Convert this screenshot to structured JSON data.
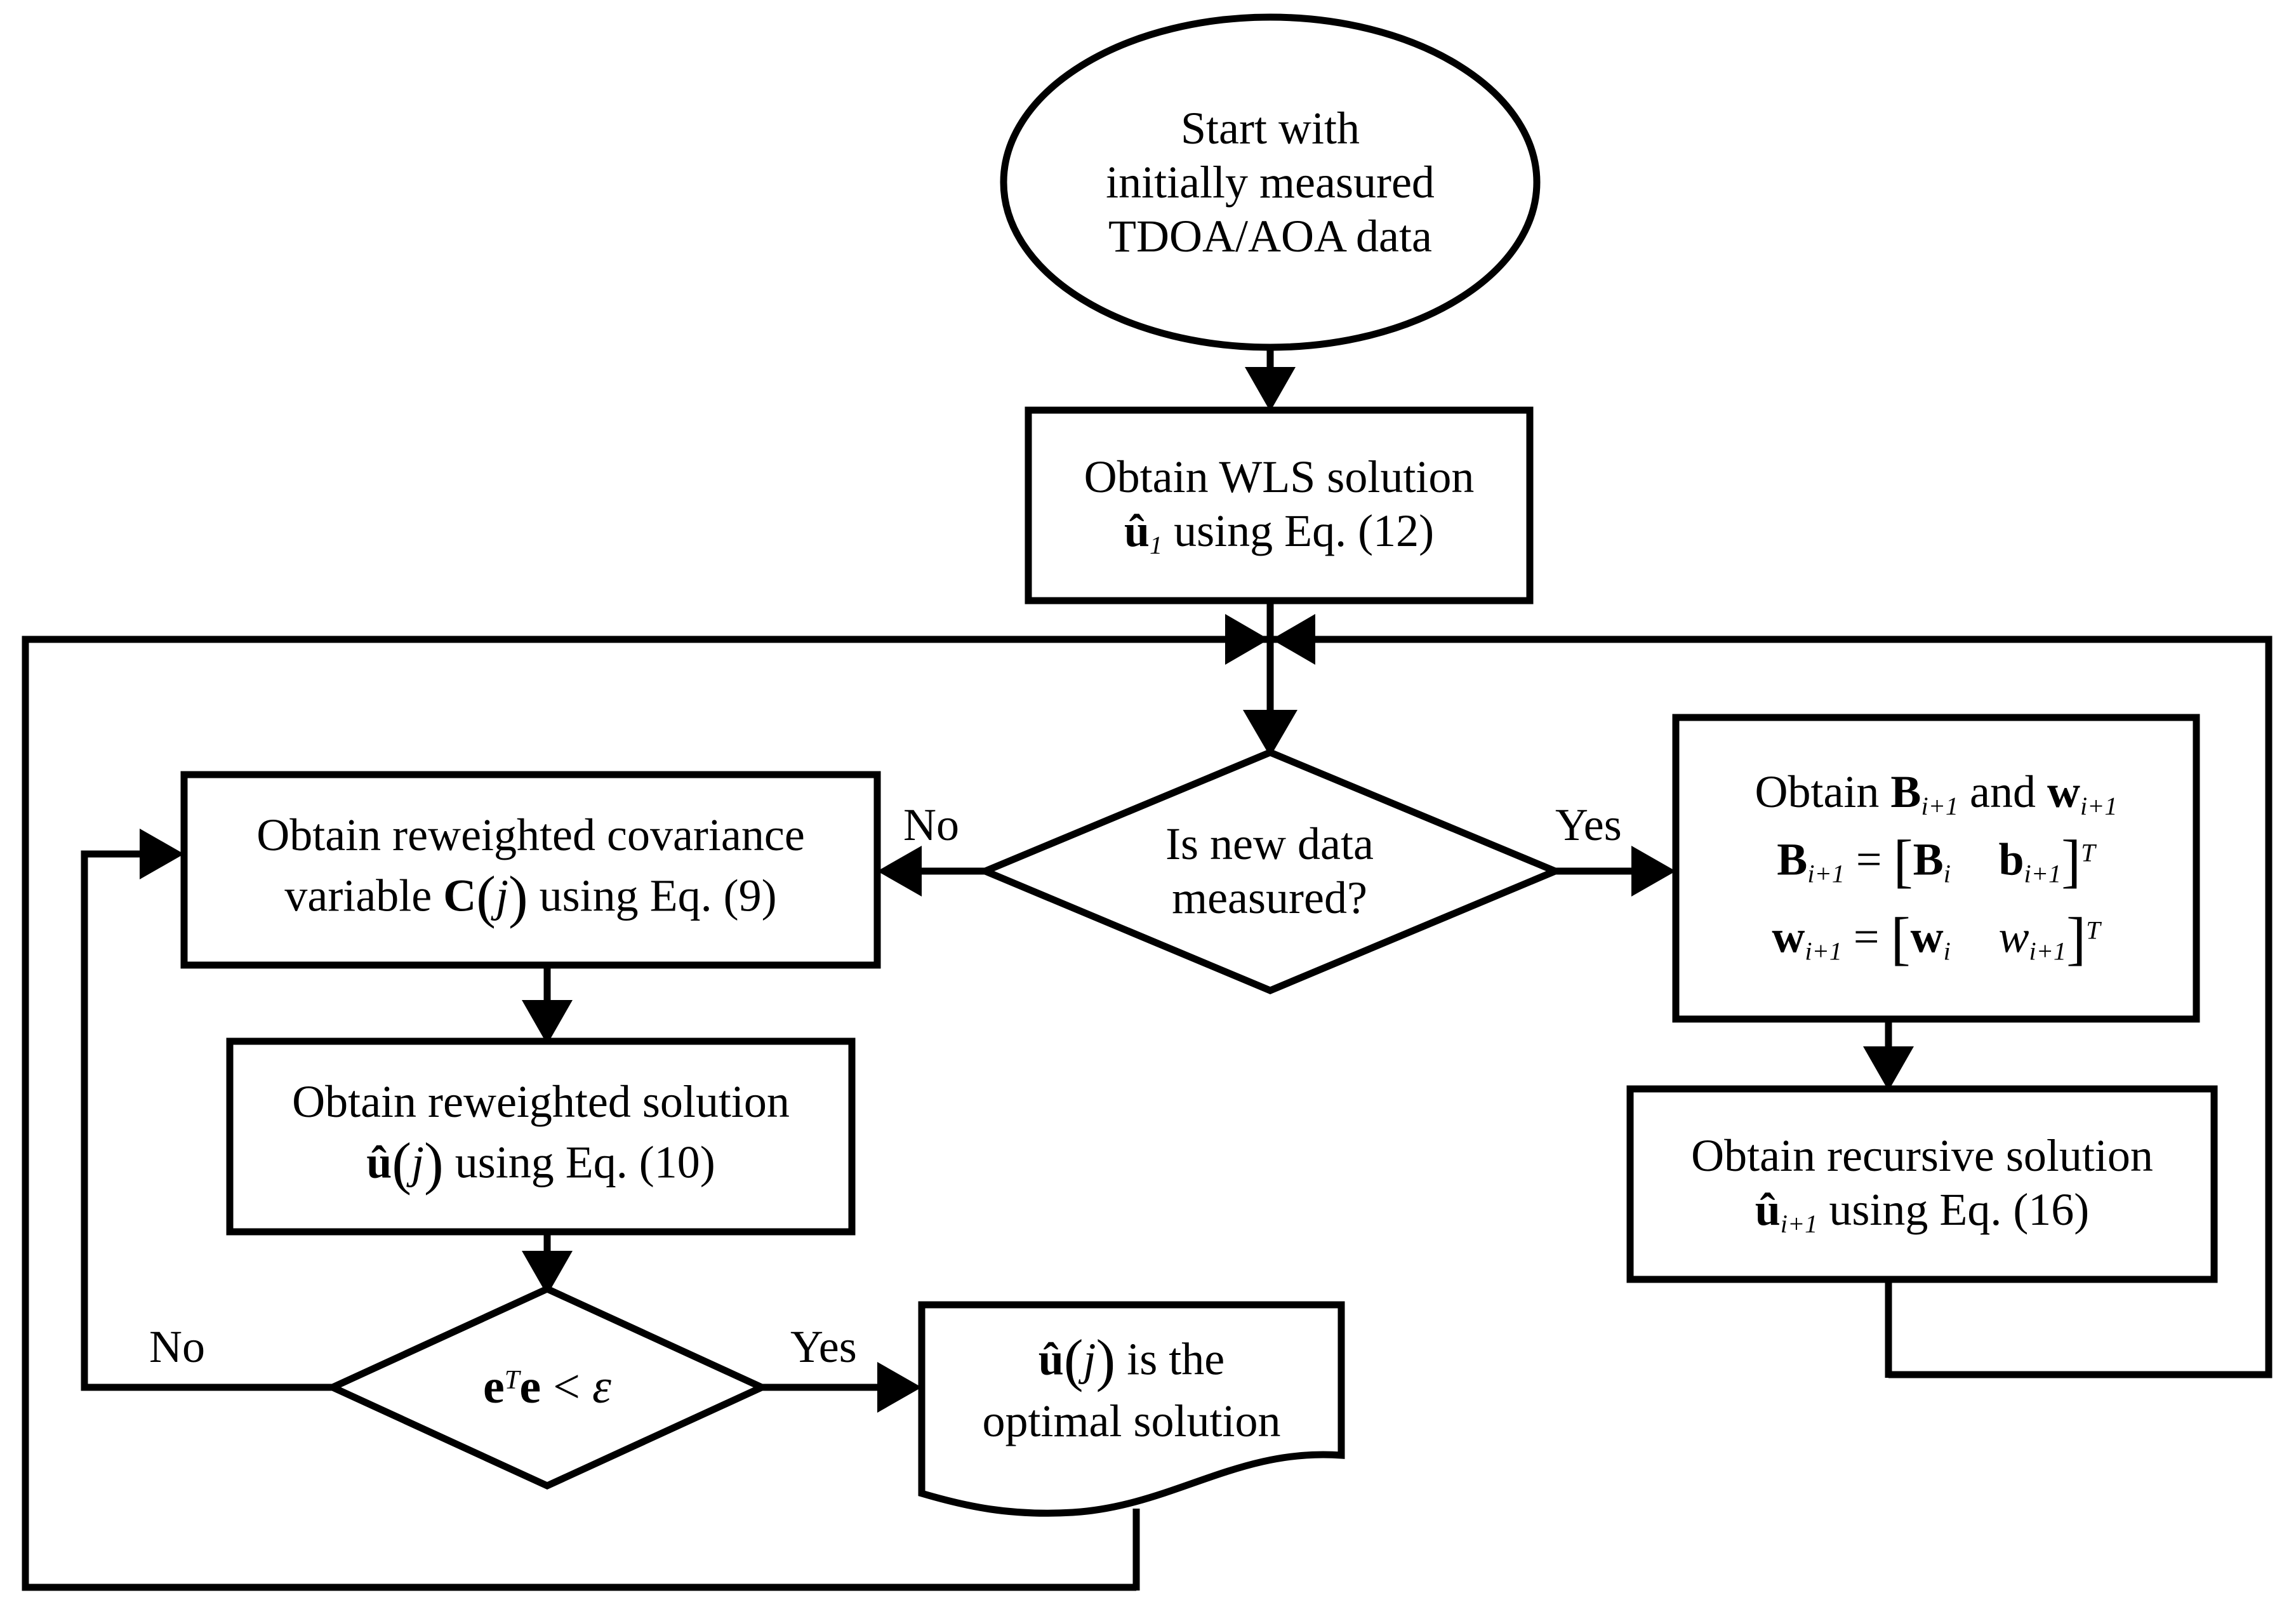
{
  "diagram": {
    "type": "flowchart",
    "title_text": "",
    "background": "#ffffff",
    "line_color": "#000000",
    "nodes": {
      "start": {
        "shape": "ellipse",
        "name": "start-terminator",
        "lines": [
          "Start with",
          "initially measured",
          "TDOA/AOA data"
        ]
      },
      "wls": {
        "shape": "process",
        "name": "obtain-wls-solution",
        "line1": "Obtain WLS solution",
        "line2_plain_pre": "",
        "line2_vec": "û",
        "line2_sub": "1",
        "line2_post": " using Eq. (12)"
      },
      "decision_newdata": {
        "shape": "decision",
        "name": "is-new-data-measured",
        "lines": [
          "Is new data",
          "measured?"
        ],
        "label_no": "No",
        "label_yes": "Yes"
      },
      "covariance": {
        "shape": "process",
        "name": "obtain-reweighted-covariance",
        "line1": "Obtain reweighted covariance",
        "line2_pre": "variable ",
        "line2_vec": "C",
        "line2_arg": "j",
        "line2_post": " using Eq. (9)"
      },
      "reweighted": {
        "shape": "process",
        "name": "obtain-reweighted-solution",
        "line1": "Obtain reweighted solution",
        "line2_vec": "û",
        "line2_arg": "j",
        "line2_post": " using Eq. (10)"
      },
      "decision_eps": {
        "shape": "decision",
        "name": "error-threshold-test",
        "expr_vec": "e",
        "expr_sup": "T",
        "expr_vec2": "e",
        "expr_rel": " < ",
        "expr_eps": "ε",
        "label_no": "No",
        "label_yes": "Yes"
      },
      "optimal": {
        "shape": "document",
        "name": "optimal-solution-output",
        "line1_vec": "û",
        "line1_arg": "j",
        "line1_post": " is the",
        "line2": "optimal solution"
      },
      "obtain_bw": {
        "shape": "process",
        "name": "obtain-b-and-w",
        "header_pre": "Obtain  ",
        "header_vec1": "B",
        "header_sub1": "i+1",
        "header_mid": "  and  ",
        "header_vec2": "w",
        "header_sub2": "i+1",
        "eq1": {
          "lhs_vec": "B",
          "lhs_sub": "i+1",
          "eq": " = ",
          "open": "[",
          "a_vec": "B",
          "a_sub": "i",
          "b_vec": "b",
          "b_sub": "i+1",
          "close": "]",
          "sup": "T"
        },
        "eq2": {
          "lhs_vec": "w",
          "lhs_sub": "i+1",
          "eq": " = ",
          "open": "[",
          "a_vec": "w",
          "a_sub": "i",
          "b_scalar_italic": "w",
          "b_sub": "i+1",
          "close": "]",
          "sup": "T"
        }
      },
      "recursive": {
        "shape": "process",
        "name": "obtain-recursive-solution",
        "line1": "Obtain recursive solution",
        "line2_vec": "û",
        "line2_sub": "i+1",
        "line2_post": "  using Eq. (16)"
      }
    },
    "edge_labels": {
      "newdata_no": "No",
      "newdata_yes": "Yes",
      "eps_no": "No",
      "eps_yes": "Yes"
    }
  }
}
